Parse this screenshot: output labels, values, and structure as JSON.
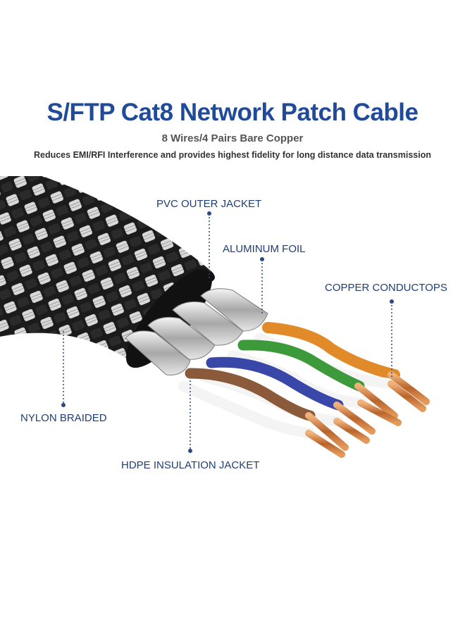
{
  "header": {
    "title": "S/FTP Cat8 Network Patch Cable",
    "subtitle": "8 Wires/4 Pairs Bare Copper",
    "tagline": "Reduces EMI/RFI Interference and provides highest fidelity for long distance data transmission"
  },
  "callouts": {
    "pvc_outer_jacket": "PVC OUTER JACKET",
    "aluminum_foil": "ALUMINUM FOIL",
    "copper_conductors": "COPPER CONDUCTOPS",
    "nylon_braided": "NYLON BRAIDED",
    "hdpe_insulation_jacket": "HDPE INSULATION JACKET"
  },
  "colors": {
    "title": "#1f4b9a",
    "callout_text": "#1f3e74",
    "leader_line": "#2a4a80",
    "braid_dark": "#1b1b1b",
    "braid_light": "#d9d9d9",
    "foil": "#c8c8c8",
    "wire_orange": "#e08a2a",
    "wire_green": "#3c9a3a",
    "wire_blue": "#3948a8",
    "wire_brown": "#8a5a3a",
    "copper": "#c67a3e"
  }
}
